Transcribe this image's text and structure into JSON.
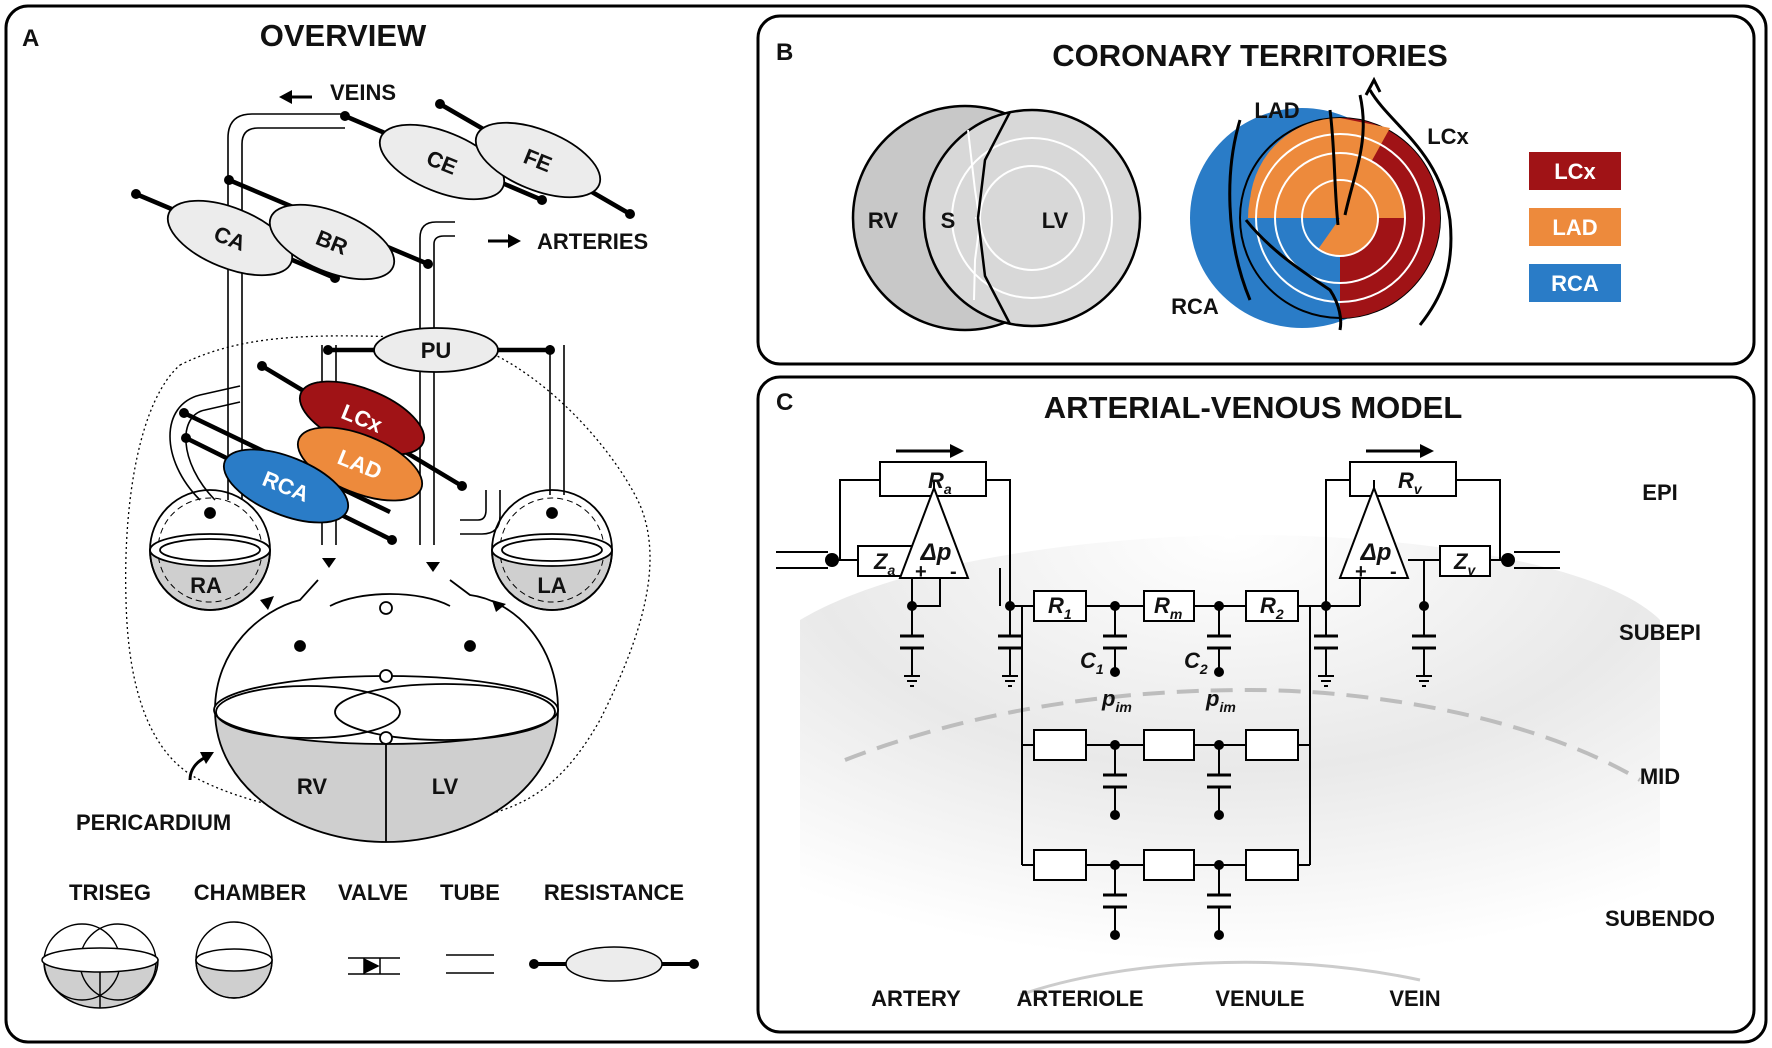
{
  "panelA": {
    "letter": "A",
    "title": "OVERVIEW",
    "veins_label": "VEINS",
    "arteries_label": "ARTERIES",
    "resistors": {
      "CA": "CA",
      "BR": "BR",
      "CE": "CE",
      "FE": "FE",
      "PU": "PU",
      "LCx": "LCx",
      "LAD": "LAD",
      "RCA": "RCA"
    },
    "chambers": {
      "RA": "RA",
      "LA": "LA",
      "RV": "RV",
      "LV": "LV"
    },
    "pericardium_label": "PERICARDIUM",
    "legend": [
      "TRISEG",
      "CHAMBER",
      "VALVE",
      "TUBE",
      "RESISTANCE"
    ]
  },
  "panelB": {
    "letter": "B",
    "title": "CORONARY TERRITORIES",
    "bullseye_left": {
      "RV": "RV",
      "S": "S",
      "LV": "LV"
    },
    "vessel_labels": {
      "LAD": "LAD",
      "LCx": "LCx",
      "RCA": "RCA"
    },
    "legend": [
      {
        "label": "LCx",
        "color": "#a01316"
      },
      {
        "label": "LAD",
        "color": "#ed8a3c"
      },
      {
        "label": "RCA",
        "color": "#2a7cc7"
      }
    ]
  },
  "panelC": {
    "letter": "C",
    "title": "ARTERIAL-VENOUS MODEL",
    "layers": [
      "EPI",
      "SUBEPI",
      "MID",
      "SUBENDO"
    ],
    "vessels": [
      "ARTERY",
      "ARTERIOLE",
      "VENULE",
      "VEIN"
    ],
    "components": {
      "Ra": "R",
      "Ra_sub": "a",
      "Rv": "R",
      "Rv_sub": "v",
      "Za": "Z",
      "Za_sub": "a",
      "Zv": "Z",
      "Zv_sub": "v",
      "R1": "R",
      "R1_sub": "1",
      "Rm": "R",
      "Rm_sub": "m",
      "R2": "R",
      "R2_sub": "2",
      "C1": "C",
      "C1_sub": "1",
      "C2": "C",
      "C2_sub": "2",
      "pim": "p",
      "pim_sub": "im",
      "dp": "Δp"
    }
  },
  "colors": {
    "LCx": "#a01316",
    "LAD": "#ed8a3c",
    "RCA": "#2a7cc7",
    "gray": "#cfcfcf",
    "resistor_fill": "#ececec"
  }
}
